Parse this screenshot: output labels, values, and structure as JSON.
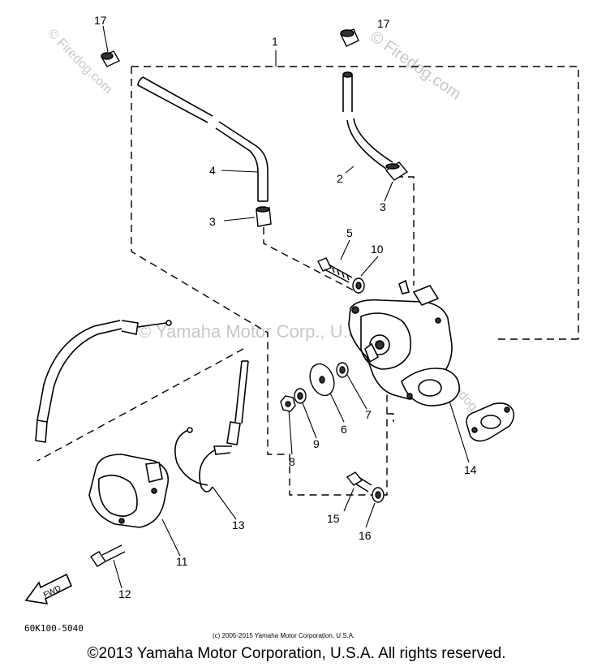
{
  "labels": {
    "p1": "1",
    "p2": "2",
    "p3a": "3",
    "p3b": "3",
    "p4": "4",
    "p5": "5",
    "p6": "6",
    "p7": "7",
    "p8": "8",
    "p9": "9",
    "p10": "10",
    "p11": "11",
    "p12": "12",
    "p13": "13",
    "p14": "14",
    "p15": "15",
    "p16": "16",
    "p17a": "17",
    "p17b": "17"
  },
  "watermarks": {
    "firedog_top_right": "© Firedog.com",
    "firedog_top_left": "© Firedog.com",
    "firedog_mid": "© Firedog.com",
    "yamaha_center": "© Yamaha Motor Corp., U.S.A."
  },
  "fwd_badge": "FWD",
  "drawing_code": "60K100-5040",
  "small_copyright": "(c) 2005-2015 Yamaha Motor Corporation, U.S.A.",
  "footer_copyright": "©2013 Yamaha Motor Corporation, U.S.A. All rights reserved."
}
